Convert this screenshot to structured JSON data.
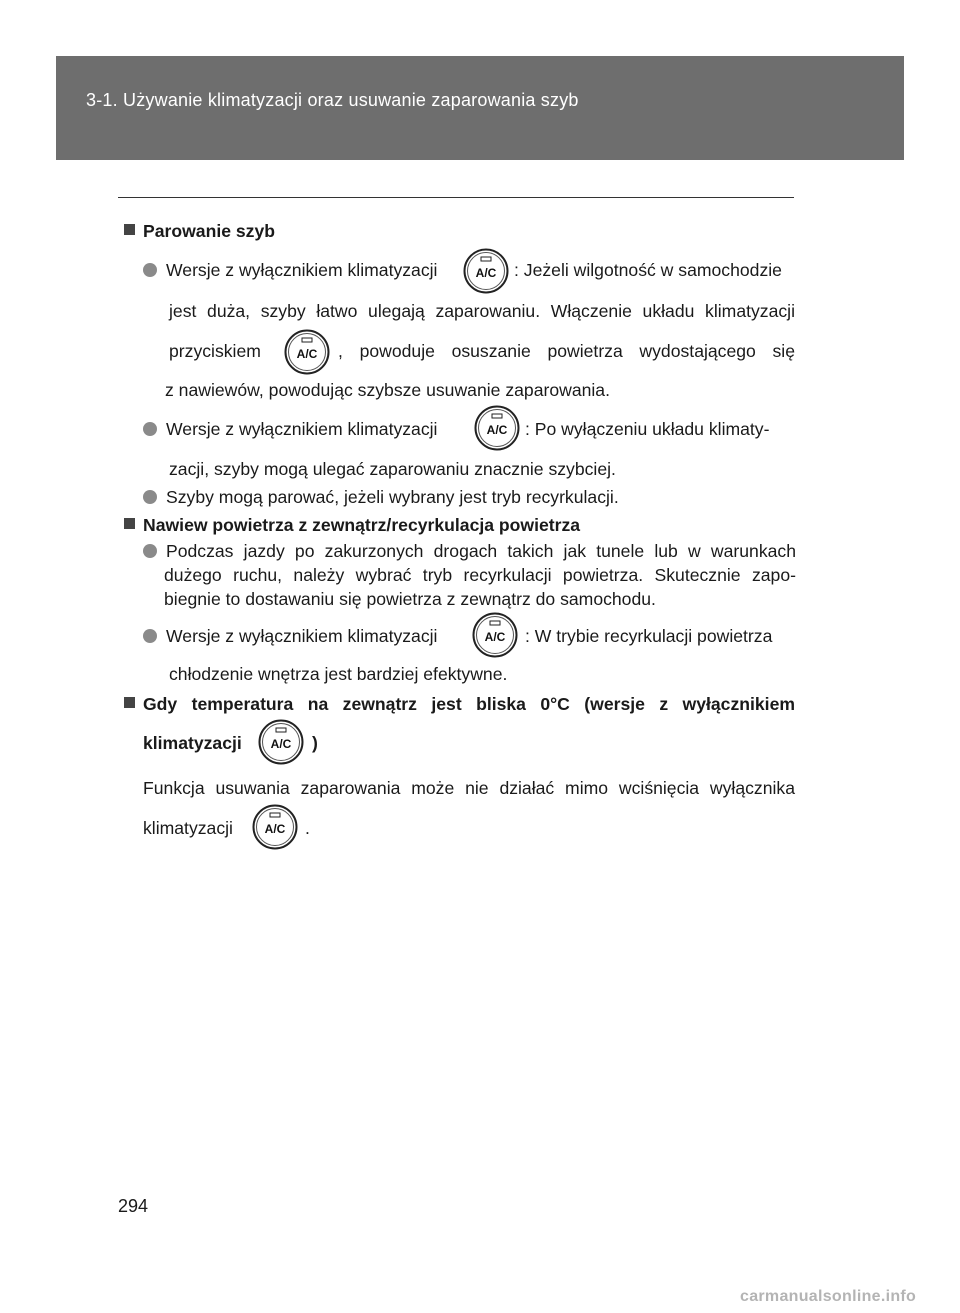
{
  "header": {
    "title": "3-1. Używanie klimatyzacji oraz usuwanie zaparowania szyb"
  },
  "ac_button": {
    "label": "A/C"
  },
  "section1": {
    "title": "Parowanie szyb",
    "b1": {
      "line1a": "Wersje z wyłącznikiem klimatyzacji",
      "line1b": ": Jeżeli wilgotność w samochodzie",
      "line2": "jest duża, szyby łatwo ulegają zaparowaniu. Włączenie układu klimatyzacji",
      "line3a": "przyciskiem",
      "line3b": ", powoduje osuszanie powietrza wydostającego się",
      "line4": "z nawiewów, powodując szybsze usuwanie zaparowania."
    },
    "b2": {
      "line1a": "Wersje z wyłącznikiem klimatyzacji",
      "line1b": ": Po wyłączeniu układu klimaty-",
      "line2": "zacji, szyby mogą ulegać zaparowaniu znacznie szybciej."
    },
    "b3": {
      "line1": "Szyby mogą parować, jeżeli wybrany jest tryb recyrkulacji."
    }
  },
  "section2": {
    "title": "Nawiew powietrza z zewnątrz/recyrkulacja powietrza",
    "b1": {
      "line1": "Podczas jazdy po zakurzonych drogach takich jak tunele lub w warunkach",
      "line2": "dużego ruchu, należy wybrać tryb recyrkulacji powietrza. Skutecznie zapo-",
      "line3": "biegnie to dostawaniu się powietrza z zewnątrz do samochodu."
    },
    "b2": {
      "line1a": "Wersje z wyłącznikiem klimatyzacji",
      "line1b": ": W trybie recyrkulacji powietrza",
      "line2": "chłodzenie wnętrza jest bardziej efektywne."
    }
  },
  "section3": {
    "title_line1": "Gdy temperatura na zewnątrz jest bliska 0°C (wersje z wyłącznikiem",
    "title_line2a": "klimatyzacji",
    "title_line2b": ")",
    "body_line1": "Funkcja usuwania zaparowania może nie działać mimo wciśnięcia wyłącznika",
    "body_line2a": "klimatyzacji",
    "body_line2b": "."
  },
  "footer": {
    "page_number": "294",
    "watermark": "carmanualsonline.info"
  }
}
